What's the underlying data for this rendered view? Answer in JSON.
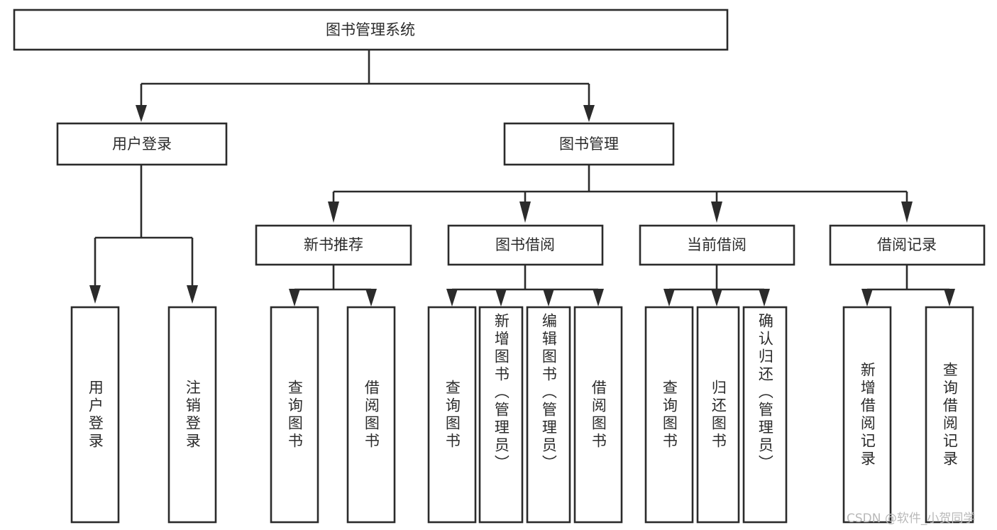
{
  "diagram": {
    "type": "tree",
    "orientation": "top-down",
    "title": "图书管理系统",
    "colors": {
      "stroke": "#2b2b2b",
      "box_fill": "#ffffff",
      "background": "#ffffff",
      "watermark": "#b9b9b9"
    },
    "levels": 3,
    "nodes": {
      "root": {
        "label": "图书管理系统",
        "level": 0,
        "text_orientation": "horizontal"
      },
      "l1": [
        {
          "id": "user-login",
          "label": "用户登录",
          "level": 1,
          "text_orientation": "horizontal"
        },
        {
          "id": "book-manage",
          "label": "图书管理",
          "level": 1,
          "text_orientation": "horizontal"
        }
      ],
      "l2": [
        {
          "id": "new-book-rec",
          "label": "新书推荐",
          "level": 2,
          "parent": "book-manage",
          "text_orientation": "horizontal"
        },
        {
          "id": "book-borrow",
          "label": "图书借阅",
          "level": 2,
          "parent": "book-manage",
          "text_orientation": "horizontal"
        },
        {
          "id": "current-borrow",
          "label": "当前借阅",
          "level": 2,
          "parent": "book-manage",
          "text_orientation": "horizontal"
        },
        {
          "id": "borrow-record",
          "label": "借阅记录",
          "level": 2,
          "parent": "book-manage",
          "text_orientation": "horizontal"
        }
      ],
      "leaves": [
        {
          "id": "leaf-user-login",
          "label": "用户登录",
          "parent": "user-login",
          "text_orientation": "vertical"
        },
        {
          "id": "leaf-logout",
          "label": "注销登录",
          "parent": "user-login",
          "text_orientation": "vertical"
        },
        {
          "id": "leaf-query-book-1",
          "label": "查询图书",
          "parent": "new-book-rec",
          "text_orientation": "vertical"
        },
        {
          "id": "leaf-borrow-book-1",
          "label": "借阅图书",
          "parent": "new-book-rec",
          "text_orientation": "vertical"
        },
        {
          "id": "leaf-query-book-2",
          "label": "查询图书",
          "parent": "book-borrow",
          "text_orientation": "vertical"
        },
        {
          "id": "leaf-add-book",
          "label": "新增图书（管理员）",
          "parent": "book-borrow",
          "text_orientation": "vertical"
        },
        {
          "id": "leaf-edit-book",
          "label": "编辑图书（管理员）",
          "parent": "book-borrow",
          "text_orientation": "vertical"
        },
        {
          "id": "leaf-borrow-book-2",
          "label": "借阅图书",
          "parent": "book-borrow",
          "text_orientation": "vertical"
        },
        {
          "id": "leaf-query-book-3",
          "label": "查询图书",
          "parent": "current-borrow",
          "text_orientation": "vertical"
        },
        {
          "id": "leaf-return-book",
          "label": "归还图书",
          "parent": "current-borrow",
          "text_orientation": "vertical"
        },
        {
          "id": "leaf-confirm-return",
          "label": "确认归还（管理员）",
          "parent": "current-borrow",
          "text_orientation": "vertical"
        },
        {
          "id": "leaf-add-record",
          "label": "新增借阅记录",
          "parent": "borrow-record",
          "text_orientation": "vertical"
        },
        {
          "id": "leaf-query-record",
          "label": "查询借阅记录",
          "parent": "borrow-record",
          "text_orientation": "vertical"
        }
      ]
    },
    "edges": [
      {
        "from": "图书管理系统",
        "to": "用户登录"
      },
      {
        "from": "图书管理系统",
        "to": "图书管理"
      },
      {
        "from": "图书管理",
        "to": "新书推荐"
      },
      {
        "from": "图书管理",
        "to": "图书借阅"
      },
      {
        "from": "图书管理",
        "to": "当前借阅"
      },
      {
        "from": "图书管理",
        "to": "借阅记录"
      },
      {
        "from": "用户登录",
        "to": "用户登录"
      },
      {
        "from": "用户登录",
        "to": "注销登录"
      },
      {
        "from": "新书推荐",
        "to": "查询图书"
      },
      {
        "from": "新书推荐",
        "to": "借阅图书"
      },
      {
        "from": "图书借阅",
        "to": "查询图书"
      },
      {
        "from": "图书借阅",
        "to": "新增图书（管理员）"
      },
      {
        "from": "图书借阅",
        "to": "编辑图书（管理员）"
      },
      {
        "from": "图书借阅",
        "to": "借阅图书"
      },
      {
        "from": "当前借阅",
        "to": "查询图书"
      },
      {
        "from": "当前借阅",
        "to": "归还图书"
      },
      {
        "from": "当前借阅",
        "to": "确认归还（管理员）"
      },
      {
        "from": "借阅记录",
        "to": "新增借阅记录"
      },
      {
        "from": "借阅记录",
        "to": "查询借阅记录"
      }
    ]
  },
  "watermark": {
    "text": "CSDN @软件_小贺同学"
  }
}
